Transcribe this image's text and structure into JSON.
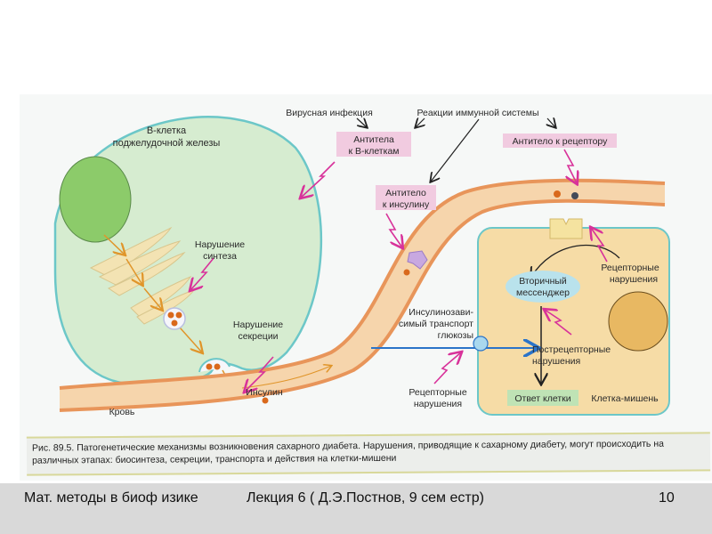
{
  "slide": {
    "figure": {
      "beta_cell_label_line1": "В-клетка",
      "beta_cell_label_line2": "поджелудочной железы",
      "viral_infection": "Вирусная инфекция",
      "immune_reactions": "Реакции иммунной системы",
      "antibodies_beta_line1": "Антитела",
      "antibodies_beta_line2": "к В-клеткам",
      "antibody_receptor": "Антитело к рецептору",
      "antibody_insulin_line1": "Антитело",
      "antibody_insulin_line2": "к инсулину",
      "synthesis_disorder_line1": "Нарушение",
      "synthesis_disorder_line2": "синтеза",
      "secretion_disorder_line1": "Нарушение",
      "secretion_disorder_line2": "секреции",
      "insulin": "Инсулин",
      "blood": "Кровь",
      "glucose_transport_line1": "Инсулинозави-",
      "glucose_transport_line2": "симый транспорт",
      "glucose_transport_line3": "глюкозы",
      "receptor_disorders_bottom_line1": "Рецепторные",
      "receptor_disorders_bottom_line2": "нарушения",
      "receptor_disorders_right_line1": "Рецепторные",
      "receptor_disorders_right_line2": "нарушения",
      "second_messenger_line1": "Вторичный",
      "second_messenger_line2": "мессенджер",
      "postreceptor_line1": "Пострецепторные",
      "postreceptor_line2": "нарушения",
      "cell_response": "Ответ клетки",
      "target_cell": "Клетка-мишень",
      "caption": "Рис. 89.5. Патогенетические механизмы возникновения сахарного диабета. Нарушения, приводящие к сахарному диабету, могут происходить на различных этапах: биосинтеза, секреции, транспорта и действия на клетки-мишени"
    },
    "footer": {
      "course": "Мат. методы в биоф изике",
      "lecture": "Лекция 6 ( Д.Э.Постнов, 9 сем естр)",
      "page_number": "10"
    },
    "colors": {
      "beta_cell_fill": "#d6ecd0",
      "beta_cell_border": "#6cc7c8",
      "nucleus": "#8ccb6a",
      "vessel_fill": "#f6d5ac",
      "vessel_border": "#e8955a",
      "target_cell_fill": "#f6dca6",
      "target_nucleus": "#e8b862",
      "label_box": "#f1cbe0",
      "lightning": "#d8329a",
      "insulin_granule": "#d9691c",
      "glucose_arrow": "#2b74c9",
      "messenger": "#b9e2ec",
      "response_box": "#bfe3b5",
      "footer_bg": "#d9d9d9"
    }
  }
}
